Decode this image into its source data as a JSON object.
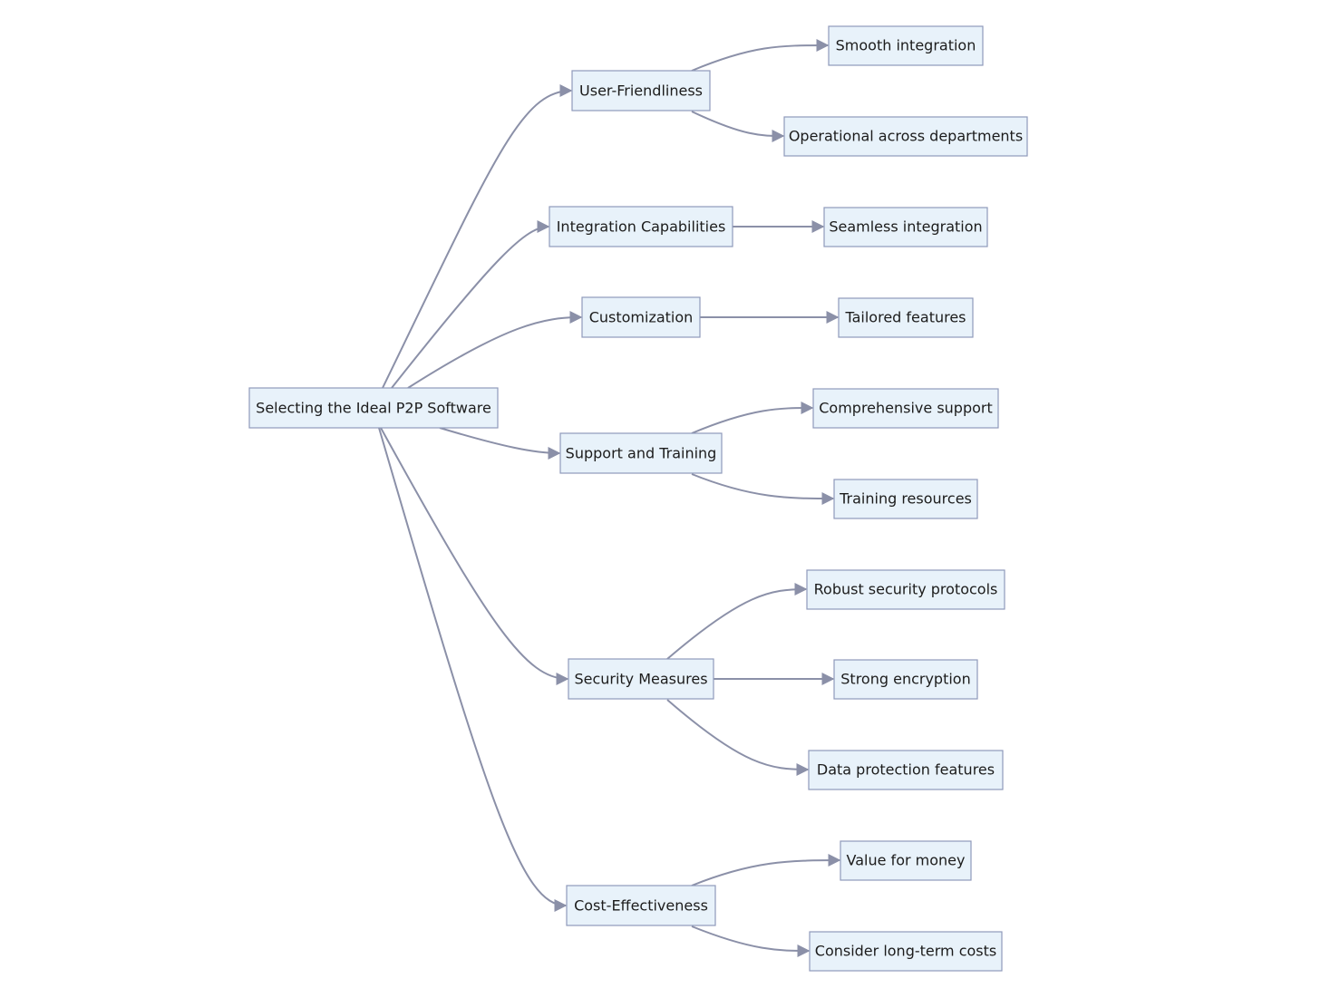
{
  "diagram": {
    "root": {
      "label": "Selecting the Ideal P2P Software"
    },
    "branches": [
      {
        "label": "User-Friendliness",
        "children": [
          "Smooth integration",
          "Operational across departments"
        ]
      },
      {
        "label": "Integration Capabilities",
        "children": [
          "Seamless integration"
        ]
      },
      {
        "label": "Customization",
        "children": [
          "Tailored features"
        ]
      },
      {
        "label": "Support and Training",
        "children": [
          "Comprehensive support",
          "Training resources"
        ]
      },
      {
        "label": "Security Measures",
        "children": [
          "Robust security protocols",
          "Strong encryption",
          "Data protection features"
        ]
      },
      {
        "label": "Cost-Effectiveness",
        "children": [
          "Value for money",
          "Consider long-term costs"
        ]
      }
    ],
    "colors": {
      "node_fill": "#e8f2fa",
      "node_border": "#8f9aba",
      "edge": "#8b90a8",
      "text": "#1c1c1c"
    }
  }
}
